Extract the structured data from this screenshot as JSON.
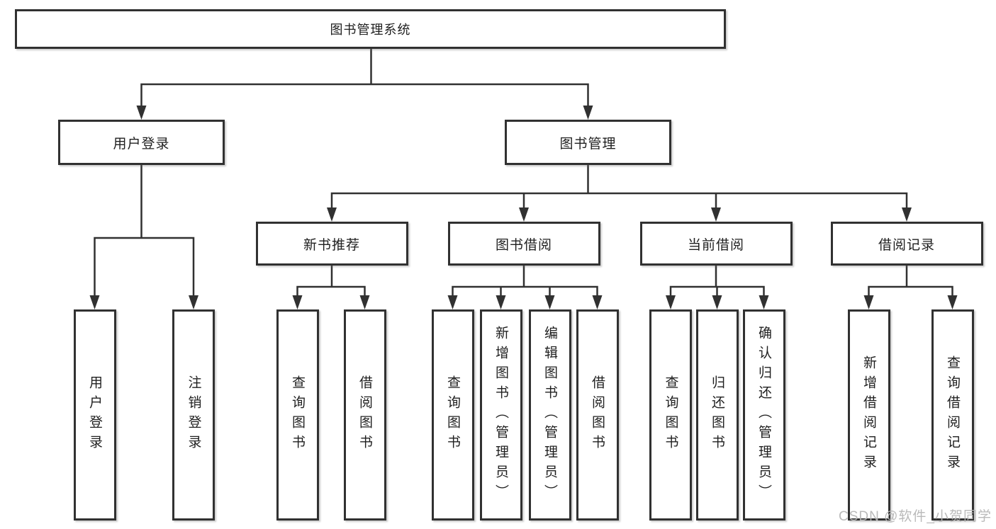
{
  "diagram": {
    "root": {
      "label": "图书管理系统"
    },
    "branches": [
      {
        "label": "用户登录",
        "children": [
          {
            "label": "用户登录"
          },
          {
            "label": "注销登录"
          }
        ]
      },
      {
        "label": "图书管理",
        "children": [
          {
            "label": "新书推荐",
            "children": [
              {
                "label": "查询图书"
              },
              {
                "label": "借阅图书"
              }
            ]
          },
          {
            "label": "图书借阅",
            "children": [
              {
                "label": "查询图书"
              },
              {
                "label": "新增图书（管理员）"
              },
              {
                "label": "编辑图书（管理员）"
              },
              {
                "label": "借阅图书"
              }
            ]
          },
          {
            "label": "当前借阅",
            "children": [
              {
                "label": "查询图书"
              },
              {
                "label": "归还图书"
              },
              {
                "label": "确认归还（管理员）"
              }
            ]
          },
          {
            "label": "借阅记录",
            "children": [
              {
                "label": "新增借阅记录"
              },
              {
                "label": "查询借阅记录"
              }
            ]
          }
        ]
      }
    ],
    "watermark": "CSDN @软件_小贺同学",
    "colors": {
      "line": "#313131",
      "text": "#1f1f1f",
      "background": "#ffffff",
      "watermark": "#b6b6b6"
    }
  }
}
